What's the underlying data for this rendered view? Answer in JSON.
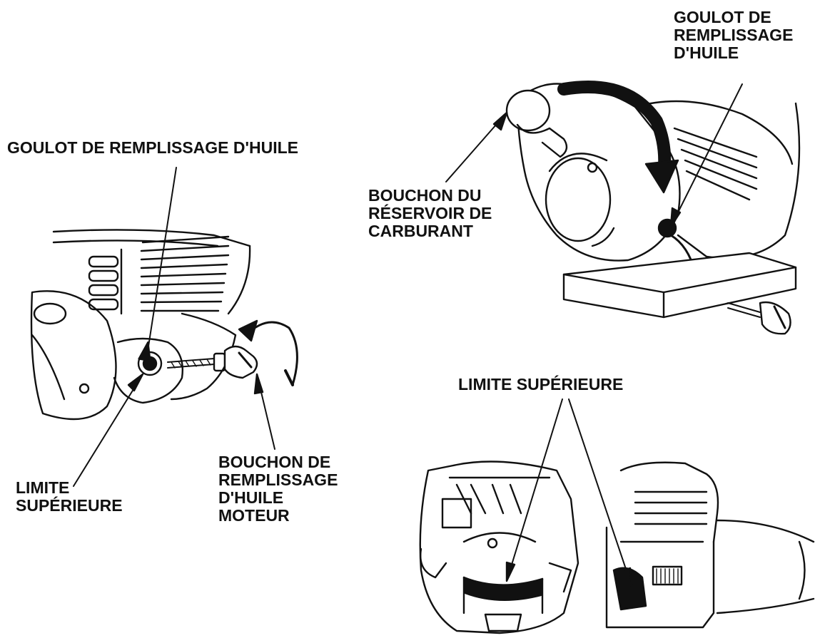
{
  "colors": {
    "ink": "#111111",
    "paper": "#ffffff",
    "shade": "#8a8a8a"
  },
  "labels": {
    "oil_neck_left": "GOULOT DE REMPLISSAGE D'HUILE",
    "upper_limit_left": [
      "LIMITE",
      "SUPÉRIEURE"
    ],
    "oil_cap": [
      "BOUCHON DE",
      "REMPLISSAGE",
      "D'HUILE",
      "MOTEUR"
    ],
    "fuel_cap": [
      "BOUCHON DU",
      "RÉSERVOIR DE",
      "CARBURANT"
    ],
    "oil_neck_right": [
      "GOULOT DE",
      "REMPLISSAGE",
      "D'HUILE"
    ],
    "upper_limit_right": "LIMITE SUPÉRIEURE"
  }
}
